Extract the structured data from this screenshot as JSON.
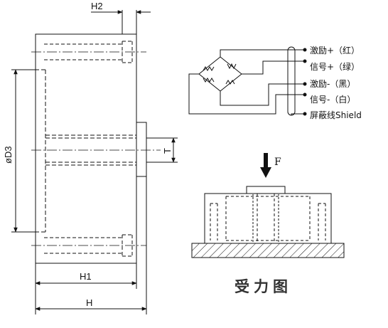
{
  "dimensions": {
    "h2": "H2",
    "d3": "øD3",
    "t": "T",
    "h1": "H1",
    "h": "H"
  },
  "wiring": {
    "terminals": [
      "激励+（红）",
      "信号+（绿）",
      "激励-（黑）",
      "信号-（白）",
      "屏蔽线Shield"
    ]
  },
  "force_diagram": {
    "force_label": "F",
    "title": "受力图"
  }
}
